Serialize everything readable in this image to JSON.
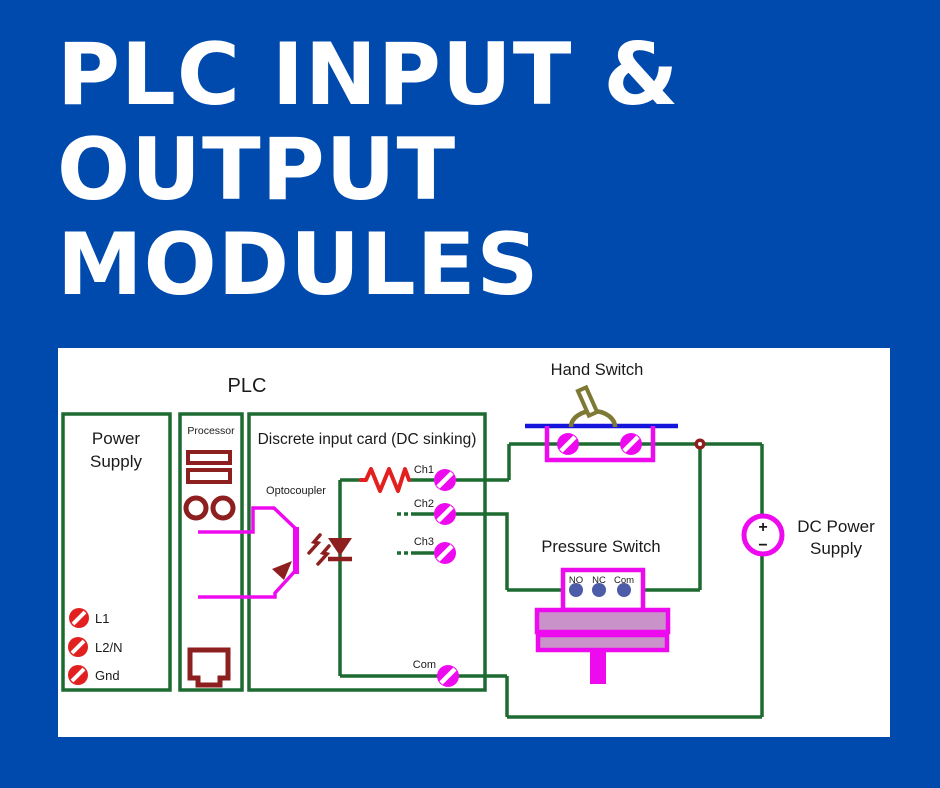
{
  "title": {
    "line1": "PLC INPUT &",
    "line2": "OUTPUT",
    "line3": "MODULES"
  },
  "diagram": {
    "plc_label": "PLC",
    "power_supply": {
      "label_line1": "Power",
      "label_line2": "Supply",
      "terminals": [
        {
          "label": "L1"
        },
        {
          "label": "L2/N"
        },
        {
          "label": "Gnd"
        }
      ]
    },
    "processor": {
      "label": "Processor"
    },
    "input_card": {
      "label": "Discrete input card (DC sinking)",
      "optocoupler_label": "Optocoupler",
      "channels": [
        "Ch1",
        "Ch2",
        "Ch3"
      ],
      "common_label": "Com"
    },
    "hand_switch": {
      "label": "Hand Switch"
    },
    "pressure_switch": {
      "label": "Pressure Switch",
      "terminals": [
        "NO",
        "NC",
        "Com"
      ]
    },
    "dc_supply": {
      "label_line1": "DC Power",
      "label_line2": "Supply",
      "plus": "+",
      "minus": "−"
    },
    "colors": {
      "page_background": "#004aad",
      "panel_background": "#ffffff",
      "title_text": "#ffffff",
      "wire_green": "#1d6b30",
      "magenta": "#ee0aee",
      "dark_red": "#8e1f1f",
      "bright_red": "#e32020",
      "blue_line": "#1414dd",
      "olive": "#7e7a35",
      "terminal_dot_blue": "#4c5ca8",
      "pressure_body_fill": "#c993c9",
      "label_text": "#1a1a1a"
    }
  }
}
